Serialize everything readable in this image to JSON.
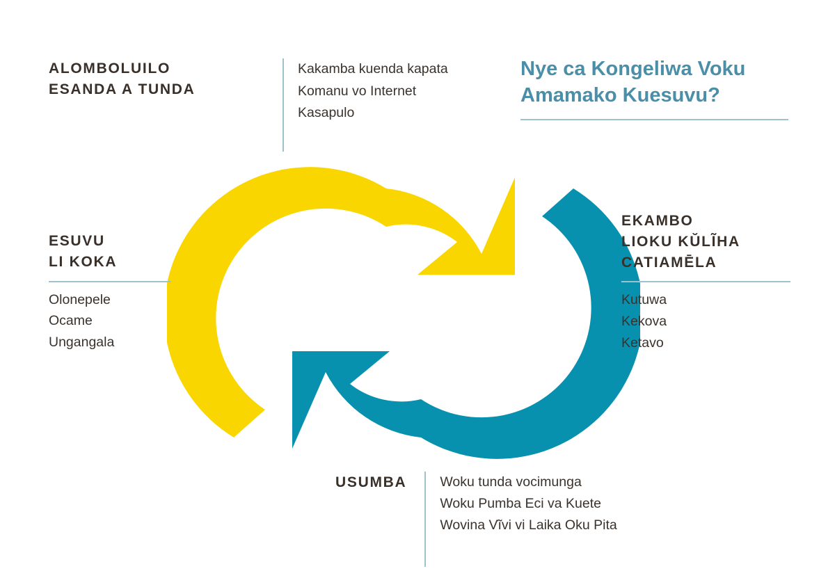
{
  "title": {
    "text": "Nye ca Kongeliwa Voku\nAmamako Kuesuvu?",
    "color": "#4a8ea7"
  },
  "sections": {
    "top_left": {
      "heading": "ALOMBOLUILO\nESANDA A TUNDA",
      "items": [
        "Kakamba kuenda kapata",
        "Komanu vo Internet",
        "Kasapulo"
      ]
    },
    "left": {
      "heading": "ESUVU\nLI KOKA",
      "items": [
        "Olonepele",
        "Ocame",
        "Ungangala"
      ]
    },
    "right": {
      "heading": "EKAMBO\nLIOKU KŬLĨHA\nCATIAMĒLA",
      "items": [
        "Kutuwa",
        "Kekova",
        "Ketavo"
      ]
    },
    "bottom": {
      "heading": "USUMBA",
      "items": [
        "Woku tunda vocimunga",
        "Woku Pumba Eci va Kuete",
        "Wovina Vĩvi vi Laika Oku Pita"
      ]
    }
  },
  "graphic": {
    "name": "two-arrow-cycle-diagram",
    "arrows": [
      {
        "name": "yellow-clockwise-arrow",
        "color": "#fad600"
      },
      {
        "name": "teal-counter-arrow",
        "color": "#0891af"
      }
    ],
    "rule_color": "#9fc0cd",
    "heading_color": "#3a302a"
  }
}
